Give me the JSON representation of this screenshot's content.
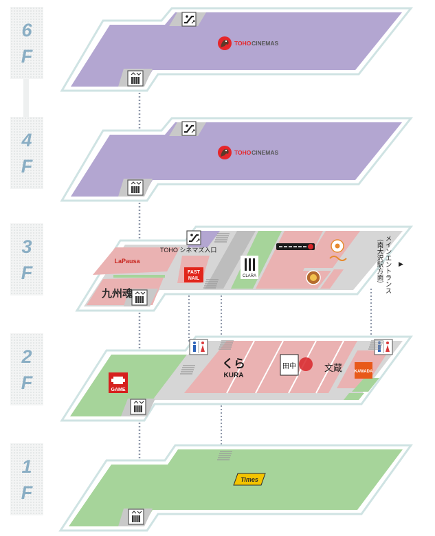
{
  "floors": [
    {
      "id": "6f",
      "num": "6",
      "unit": "F"
    },
    {
      "id": "4f",
      "num": "4",
      "unit": "F"
    },
    {
      "id": "3f",
      "num": "3",
      "unit": "F"
    },
    {
      "id": "2f",
      "num": "2",
      "unit": "F"
    },
    {
      "id": "1f",
      "num": "1",
      "unit": "F"
    }
  ],
  "stores": {
    "toho_6f": {
      "brand": "TOHO",
      "suffix": "CINEMAS"
    },
    "toho_4f": {
      "brand": "TOHO",
      "suffix": "CINEMAS"
    },
    "lapausa": "LaPausa",
    "kyushu": "九州魂",
    "fastnail_line1": "FAST",
    "fastnail_line2": "NAIL",
    "clara": "CLARA",
    "game": "GAME",
    "kura": "KURA",
    "kura_kana": "くら",
    "tanaka": "田中",
    "bunzo": "文蔵",
    "kawada": "KAWADA",
    "times": "Times"
  },
  "labels": {
    "toho_entrance": "TOHO シネマズ入口",
    "main_entrance_line1": "メインエントランス",
    "main_entrance_line2": "（南大沢駅方面）",
    "arrow": "▶"
  },
  "icons": {
    "elevator": "elevator-icon",
    "escalator": "escalator-icon",
    "restroom": "restroom-icon"
  },
  "colors": {
    "cinema_purple": "#b3a6d1",
    "retail_pink": "#eab2b2",
    "green_zone": "#a6d49a",
    "corridor_gray": "#c9c9c9",
    "floor_outline": "#cfe3e3",
    "label_blue": "#8aaec4",
    "toho_red": "#e6262a"
  }
}
